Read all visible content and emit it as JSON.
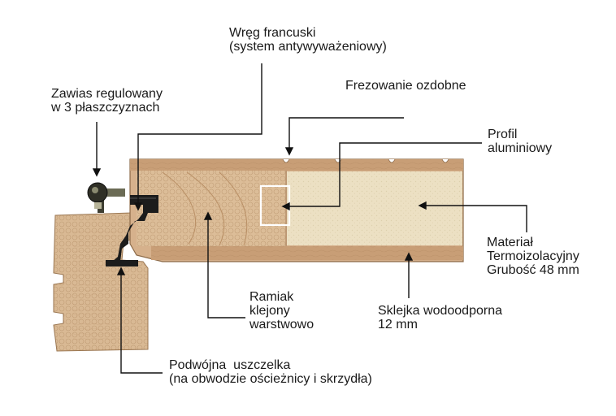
{
  "labels": {
    "wreg": {
      "line1": "Wręg francuski",
      "line2": "(system antywyważeniowy)"
    },
    "zawias": {
      "line1": "Zawias regulowany",
      "line2": "w 3 płaszczyznach"
    },
    "frezowanie": {
      "line1": "Frezowanie ozdobne"
    },
    "profil": {
      "line1": "Profil",
      "line2": "aluminiowy"
    },
    "material": {
      "line1": "Materiał",
      "line2": "Termoizolacyjny",
      "line3": "Grubość 48 mm"
    },
    "ramiak": {
      "line1": "Ramiak",
      "line2": "klejony",
      "line3": "warstwowo"
    },
    "sklejka": {
      "line1": "Sklejka wodoodporna",
      "line2": "12 mm"
    },
    "uszczelka": {
      "line1": "Podwójna  uszczelka",
      "line2": "(na obwodzie ościeżnicy i skrzydła)"
    }
  },
  "colors": {
    "wood_light": "#dfc3a4",
    "wood_mid": "#c9a27c",
    "wood_dark": "#a67f5a",
    "insulation": "#ede2c6",
    "seal": "#1c1c1c",
    "aluminium_outline": "#ffffff",
    "leader_line": "#111111"
  }
}
